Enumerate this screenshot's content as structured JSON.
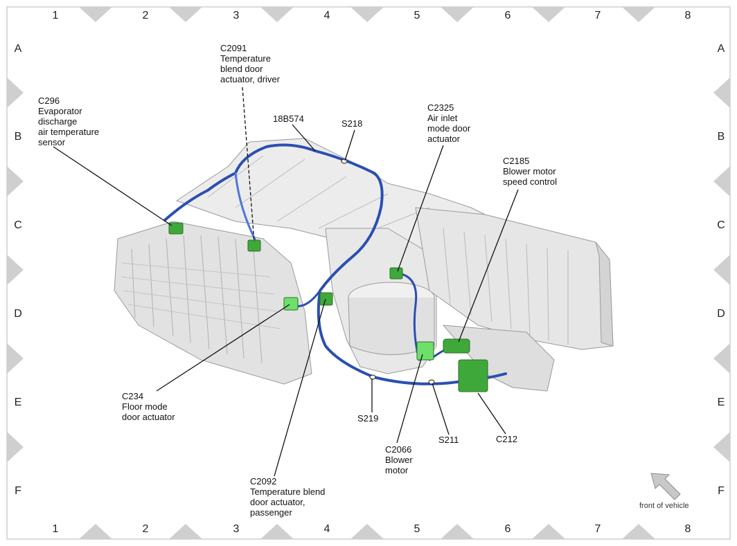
{
  "grid": {
    "columns": [
      "1",
      "2",
      "3",
      "4",
      "5",
      "6",
      "7",
      "8"
    ],
    "rows": [
      "A",
      "B",
      "C",
      "D",
      "E",
      "F"
    ]
  },
  "callouts": {
    "c296": [
      "C296",
      "Evaporator",
      "discharge",
      "air temperature",
      "sensor"
    ],
    "c2091": [
      "C2091",
      "Temperature",
      "blend door",
      "actuator, driver"
    ],
    "18b574": [
      "18B574"
    ],
    "s218": [
      "S218"
    ],
    "c2325": [
      "C2325",
      "Air inlet",
      "mode door",
      "actuator"
    ],
    "c2185": [
      "C2185",
      "Blower motor",
      "speed control"
    ],
    "c234": [
      "C234",
      "Floor mode",
      "door actuator"
    ],
    "s219": [
      "S219"
    ],
    "c2066": [
      "C2066",
      "Blower",
      "motor"
    ],
    "s211": [
      "S211"
    ],
    "c212": [
      "C212"
    ],
    "c2092": [
      "C2092",
      "Temperature blend",
      "door actuator,",
      "passenger"
    ]
  },
  "orientation": {
    "label": "front of vehicle"
  },
  "colors": {
    "harness": "#2b4fb0",
    "harness_light": "#4f74d6",
    "connector": "#3fa83a",
    "connector_light": "#6ee06a",
    "housing": "#e4e4e4",
    "housing_edge": "#9a9a9a",
    "zigzag": "#cfcfcf"
  }
}
